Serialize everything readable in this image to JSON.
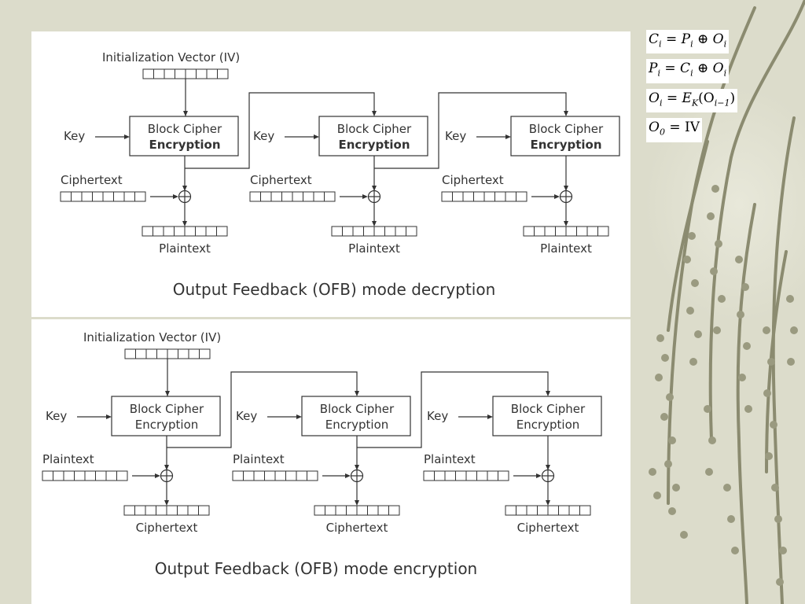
{
  "colors": {
    "background": "#dcdccb",
    "panel": "#ffffff",
    "line": "#333333",
    "branch": "#8b8b70"
  },
  "formulas": [
    {
      "lhs": "C",
      "lhs_sub": "i",
      "eq": " = ",
      "a": "P",
      "a_sub": "i",
      "op": " ⊕ ",
      "b": "O",
      "b_sub": "i"
    },
    {
      "lhs": "P",
      "lhs_sub": "i",
      "eq": " = ",
      "a": "C",
      "a_sub": "i",
      "op": " ⊕ ",
      "b": "O",
      "b_sub": "i"
    },
    {
      "lhs": "O",
      "lhs_sub": "i",
      "eq": " =  ",
      "f": "E",
      "f_sub": "K",
      "arg": "(O",
      "arg_sub": "i−1",
      "close": ")"
    },
    {
      "lhs": "O",
      "lhs_sub": "0",
      "eq": " =  ",
      "val": "IV"
    }
  ],
  "decryption": {
    "iv_label": "Initialization Vector (IV)",
    "caption": "Output Feedback (OFB) mode decryption",
    "stages": [
      {
        "key": "Key",
        "box_line1": "Block Cipher",
        "box_line2": "Encryption",
        "input": "Ciphertext",
        "output": "Plaintext"
      },
      {
        "key": "Key",
        "box_line1": "Block Cipher",
        "box_line2": "Encryption",
        "input": "Ciphertext",
        "output": "Plaintext"
      },
      {
        "key": "Key",
        "box_line1": "Block Cipher",
        "box_line2": "Encryption",
        "input": "Ciphertext",
        "output": "Plaintext"
      }
    ]
  },
  "encryption": {
    "iv_label": "Initialization Vector (IV)",
    "caption": "Output Feedback (OFB) mode encryption",
    "stages": [
      {
        "key": "Key",
        "box_line1": "Block Cipher",
        "box_line2": "Encryption",
        "input": "Plaintext",
        "output": "Ciphertext"
      },
      {
        "key": "Key",
        "box_line1": "Block Cipher",
        "box_line2": "Encryption",
        "input": "Plaintext",
        "output": "Ciphertext"
      },
      {
        "key": "Key",
        "box_line1": "Block Cipher",
        "box_line2": "Encryption",
        "input": "Plaintext",
        "output": "Ciphertext"
      }
    ]
  }
}
